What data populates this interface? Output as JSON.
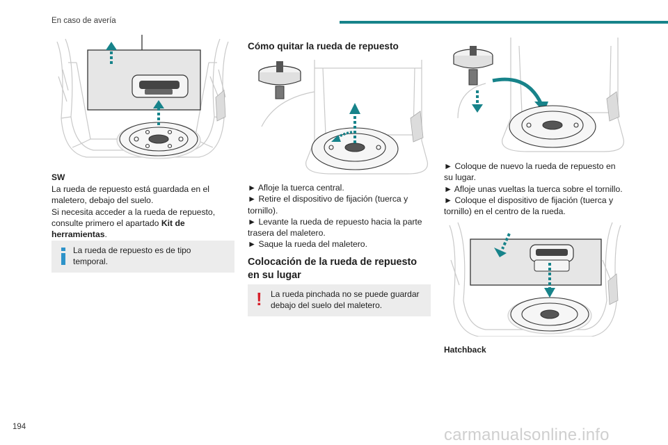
{
  "header": {
    "section_title": "En caso de avería"
  },
  "footer": {
    "page_number": "194",
    "watermark": "carmanualsonline.info"
  },
  "left": {
    "caption": "SW",
    "p1": "La rueda de repuesto está guardada en el maletero, debajo del suelo.",
    "p2": "Si necesita acceder a la rueda de repuesto, consulte primero el apartado ",
    "p2_bold": "Kit de herramientas",
    "p2_end": ".",
    "note": "La rueda de repuesto es de tipo temporal."
  },
  "middle": {
    "heading_remove": "Cómo quitar la rueda de repuesto",
    "remove_steps": [
      "► Afloje la tuerca central.",
      "► Retire el dispositivo de fijación (tuerca y tornillo).",
      "► Levante la rueda de repuesto hacia la parte trasera del maletero.",
      "► Saque la rueda del maletero."
    ],
    "heading_place": "Colocación de la rueda de repuesto en su lugar",
    "warning": "La rueda pinchada no se puede guardar debajo del suelo del maletero."
  },
  "right": {
    "steps": [
      "► Coloque de nuevo la rueda de repuesto en su lugar.",
      "► Afloje unas vueltas la tuerca sobre el tornillo.",
      "► Coloque el dispositivo de fijación (tuerca y tornillo) en el centro de la rueda."
    ],
    "caption": "Hatchback"
  },
  "colors": {
    "accent": "#17838a",
    "info": "#2e93c9",
    "warning": "#d7212b",
    "note_bg": "#ececec"
  }
}
